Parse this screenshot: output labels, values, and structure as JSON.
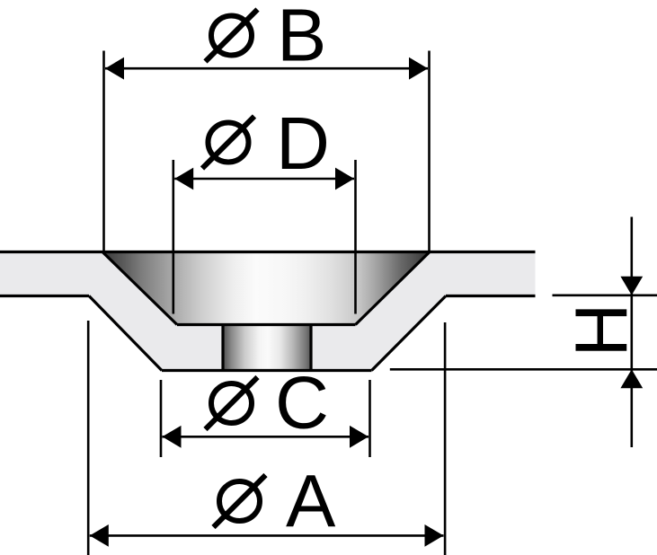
{
  "dimensions": {
    "b": {
      "label": "Ø B",
      "symbol": "Ø",
      "letter": "B"
    },
    "d": {
      "label": "Ø D",
      "symbol": "Ø",
      "letter": "D"
    },
    "c": {
      "label": "Ø C",
      "symbol": "Ø",
      "letter": "C"
    },
    "a": {
      "label": "Ø A",
      "symbol": "Ø",
      "letter": "A"
    },
    "h": {
      "label": "H",
      "letter": "H"
    }
  },
  "colors": {
    "background": "#ffffff",
    "line": "#000000",
    "text": "#000000",
    "section_fill": "#eaeaec",
    "cone_gradient": [
      "#383838",
      "#5e5e5e",
      "#7d7d7d",
      "#a2a2a2",
      "#cdcdcd",
      "#eeeeee",
      "#fbfbfb",
      "#f7f7f7",
      "#f0f0f0",
      "#e0e0e0",
      "#c8c8c8",
      "#a8a8a8",
      "#8a8a8a",
      "#6a6a6a",
      "#333333"
    ],
    "bore_gradient": [
      "#4f4f4f",
      "#8a8a8a",
      "#cccccc",
      "#f4f4f4",
      "#fafafa",
      "#e8e8e8",
      "#b5b5b5",
      "#777777",
      "#555555"
    ]
  }
}
